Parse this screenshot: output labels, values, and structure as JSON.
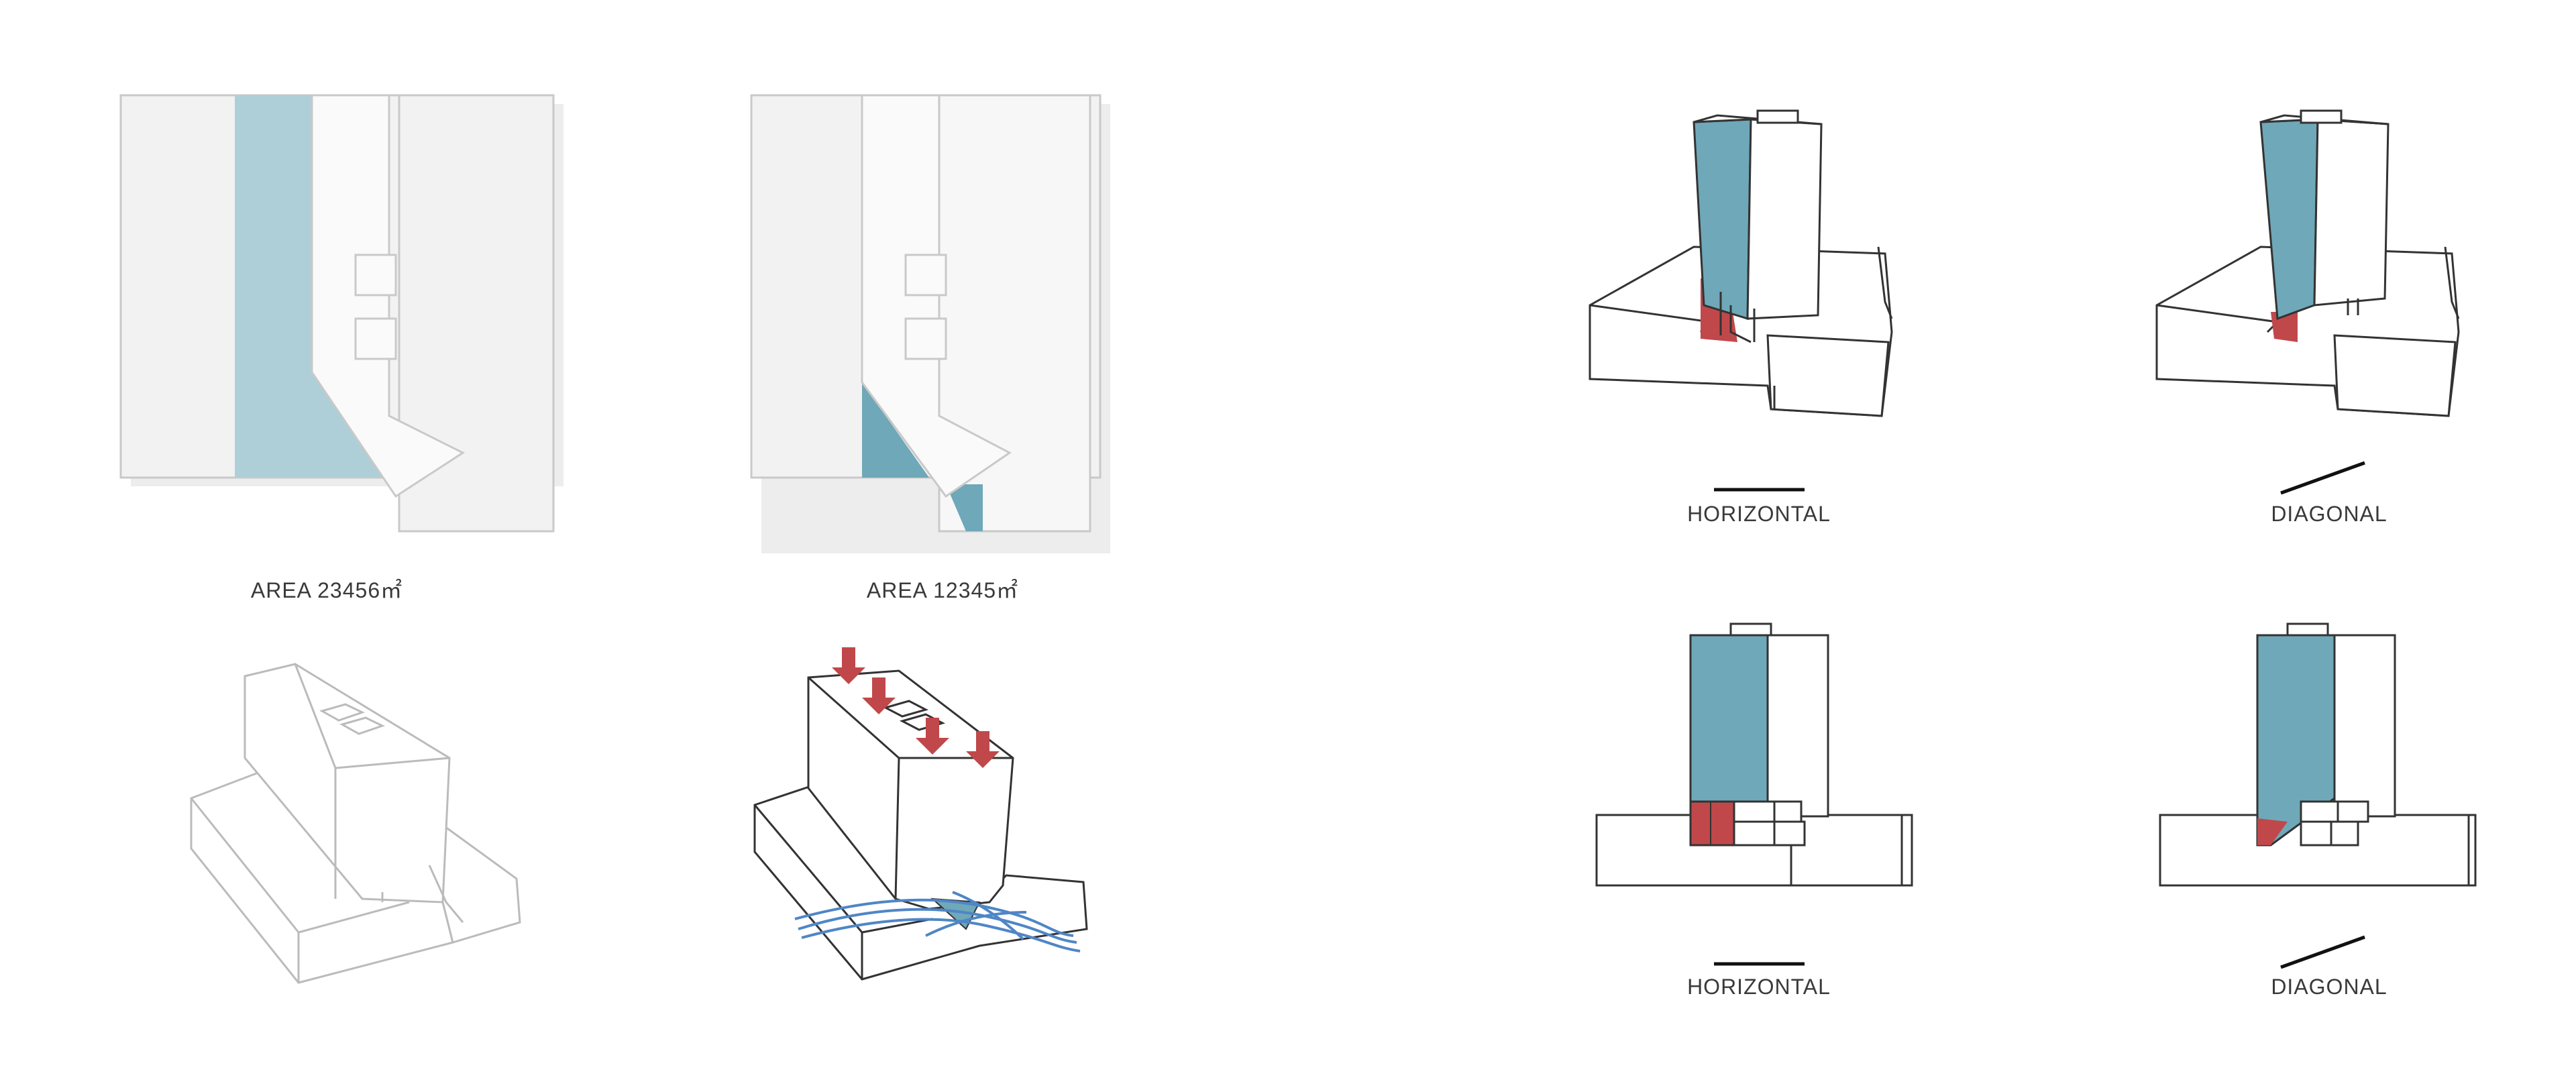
{
  "colors": {
    "teal": "#6fa8b8",
    "teal_light": "#aecfd8",
    "red": "#c0484a",
    "blue_flow": "#4f86c6",
    "outline": "#333333",
    "outline_light": "#bbbbbb",
    "panel_fill": "#f2f2f2",
    "panel_fill_white": "#fafafa"
  },
  "labels": {
    "area_left": "AREA 23456㎡",
    "area_right": "AREA 12345㎡",
    "top_horizontal": "HORIZONTAL",
    "top_diagonal": "DIAGONAL",
    "bottom_horizontal": "HORIZONTAL",
    "bottom_diagonal": "DIAGONAL"
  },
  "icons": {
    "horizontal": "horizontal-line-icon",
    "diagonal": "diagonal-line-icon",
    "arrows": "down-arrow-icon",
    "flow": "wind-flow-icon"
  }
}
